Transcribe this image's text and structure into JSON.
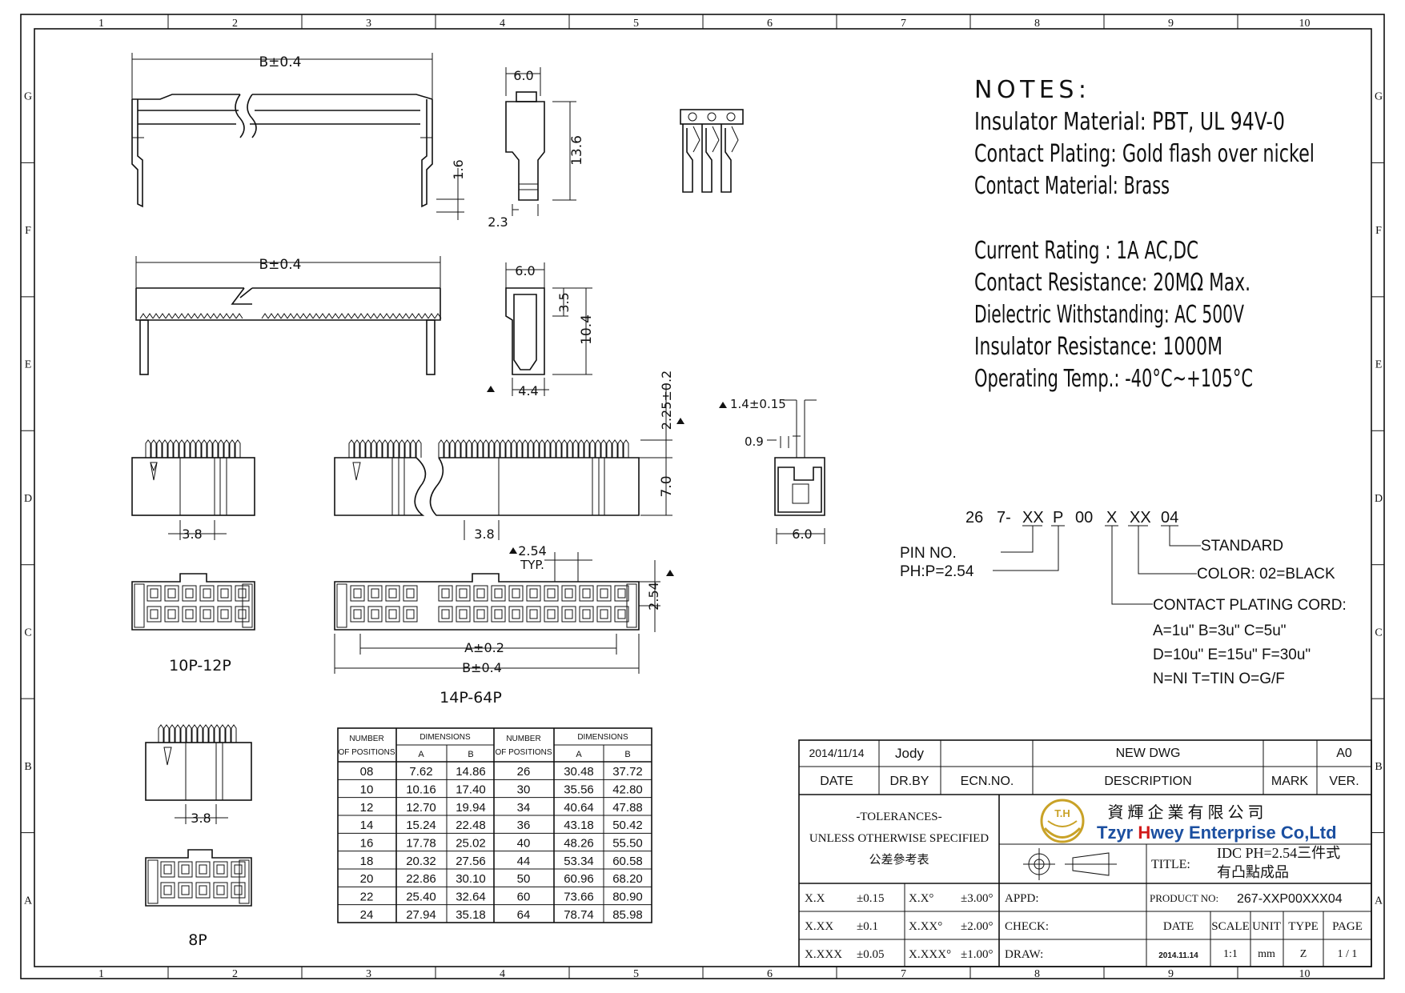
{
  "grid": {
    "cols": [
      "1",
      "2",
      "3",
      "4",
      "5",
      "6",
      "7",
      "8",
      "9",
      "10"
    ],
    "rows": [
      "G",
      "F",
      "E",
      "D",
      "C",
      "B",
      "A"
    ]
  },
  "notes": {
    "heading": "NOTES:",
    "lines": [
      "Insulator Material: PBT, UL 94V-0",
      "Contact Plating: Gold flash over nickel",
      "Contact Material: Brass",
      "Current  Rating : 1A AC,DC",
      "Contact Resistance:   20MΩ Max.",
      "Dielectric Withstanding: AC 500V",
      "Insulator Resistance:  1000M",
      "Operating Temp.: -40°C~+105°C"
    ]
  },
  "dims": {
    "b04_top": "B±0.4",
    "d16": "1.6",
    "d60_top": "6.0",
    "d136": "13.6",
    "d23": "2.3",
    "b04_side": "B±0.4",
    "d60_mid": "6.0",
    "d35": "3.5",
    "d104": "10.4",
    "d44": "4.4",
    "d225": "2.25±0.2",
    "d70": "7.0",
    "d14": "1.4±0.15",
    "d09": "0.9",
    "d60_end": "6.0",
    "d38_a": "3.8",
    "d38_b": "3.8",
    "d254_typ": "2.54",
    "typ": "TYP.",
    "d254_v": "2.54",
    "a02": "A±0.2",
    "b04_bot": "B±0.4",
    "d38_c": "3.8"
  },
  "captions": {
    "p10_12": "10P-12P",
    "p14_64": "14P-64P",
    "p8": "8P"
  },
  "part_code": {
    "code": [
      "26",
      "7-",
      "XX",
      "P",
      "00",
      "X",
      "XX",
      "04"
    ],
    "pin_no": "PIN  NO.",
    "pitch": "PH:P=2.54",
    "standard": "STANDARD",
    "color": "COLOR:  02=BLACK",
    "plating": "CONTACT  PLATING  CORD:",
    "opt1": "A=1u\"   B=3u\"   C=5u\"",
    "opt2": "D=10u\" E=15u\" F=30u\"",
    "opt3": "N=NI      T=TIN     O=G/F"
  },
  "dim_table": {
    "h_number": "NUMBER",
    "h_positions": "OF POSITIONS",
    "h_dimensions": "DIMENSIONS",
    "h_a": "A",
    "h_b": "B",
    "left": [
      [
        "08",
        "7.62",
        "14.86"
      ],
      [
        "10",
        "10.16",
        "17.40"
      ],
      [
        "12",
        "12.70",
        "19.94"
      ],
      [
        "14",
        "15.24",
        "22.48"
      ],
      [
        "16",
        "17.78",
        "25.02"
      ],
      [
        "18",
        "20.32",
        "27.56"
      ],
      [
        "20",
        "22.86",
        "30.10"
      ],
      [
        "22",
        "25.40",
        "32.64"
      ],
      [
        "24",
        "27.94",
        "35.18"
      ]
    ],
    "right": [
      [
        "26",
        "30.48",
        "37.72"
      ],
      [
        "30",
        "35.56",
        "42.80"
      ],
      [
        "34",
        "40.64",
        "47.88"
      ],
      [
        "36",
        "43.18",
        "50.42"
      ],
      [
        "40",
        "48.26",
        "55.50"
      ],
      [
        "44",
        "53.34",
        "60.58"
      ],
      [
        "50",
        "60.96",
        "68.20"
      ],
      [
        "60",
        "73.66",
        "80.90"
      ],
      [
        "64",
        "78.74",
        "85.98"
      ]
    ]
  },
  "title_block": {
    "rev_date": "2014/11/14",
    "rev_by": "Jody",
    "rev_desc": "NEW  DWG",
    "rev_ver": "A0",
    "h_date": "DATE",
    "h_drby": "DR.BY",
    "h_ecn": "ECN.NO.",
    "h_desc": "DESCRIPTION",
    "h_mark": "MARK",
    "h_ver": "VER.",
    "tol1": "-TOLERANCES-",
    "tol2": "UNLESS OTHERWISE SPECIFIED",
    "tol3": "公差參考表",
    "logo_letters": "T.H",
    "company_cn": "資 輝 企 業 有 限 公 司",
    "company_en_pre": "Tzyr ",
    "company_en_h": "H",
    "company_en_post": "wey Enterprise Co,Ltd",
    "title_label": "TITLE:",
    "title_1": "IDC PH=2.54三件式",
    "title_2": "有凸點成品",
    "tol_rows": [
      [
        "X.X",
        "±0.15",
        "X.X°",
        "±3.00°"
      ],
      [
        "X.XX",
        "±0.1",
        "X.XX°",
        "±2.00°"
      ],
      [
        "X.XXX",
        "±0.05",
        "X.XXX°",
        "±1.00°"
      ]
    ],
    "appd": "APPD:",
    "check": "CHECK:",
    "draw": "DRAW:",
    "product_no_label": "PRODUCT NO:",
    "product_no": "267-XXP00XXX04",
    "h_date2": "DATE",
    "h_scale": "SCALE",
    "h_unit": "UNIT",
    "h_type": "TYPE",
    "h_page": "PAGE",
    "v_date": "2014.11.14",
    "v_scale": "1:1",
    "v_unit": "mm",
    "v_type": "Z",
    "v_page": "1 / 1"
  },
  "colors": {
    "ink": "#111111",
    "logo_gold": "#c9a227",
    "logo_red": "#d11a1a",
    "logo_blue": "#1b4fa0"
  }
}
